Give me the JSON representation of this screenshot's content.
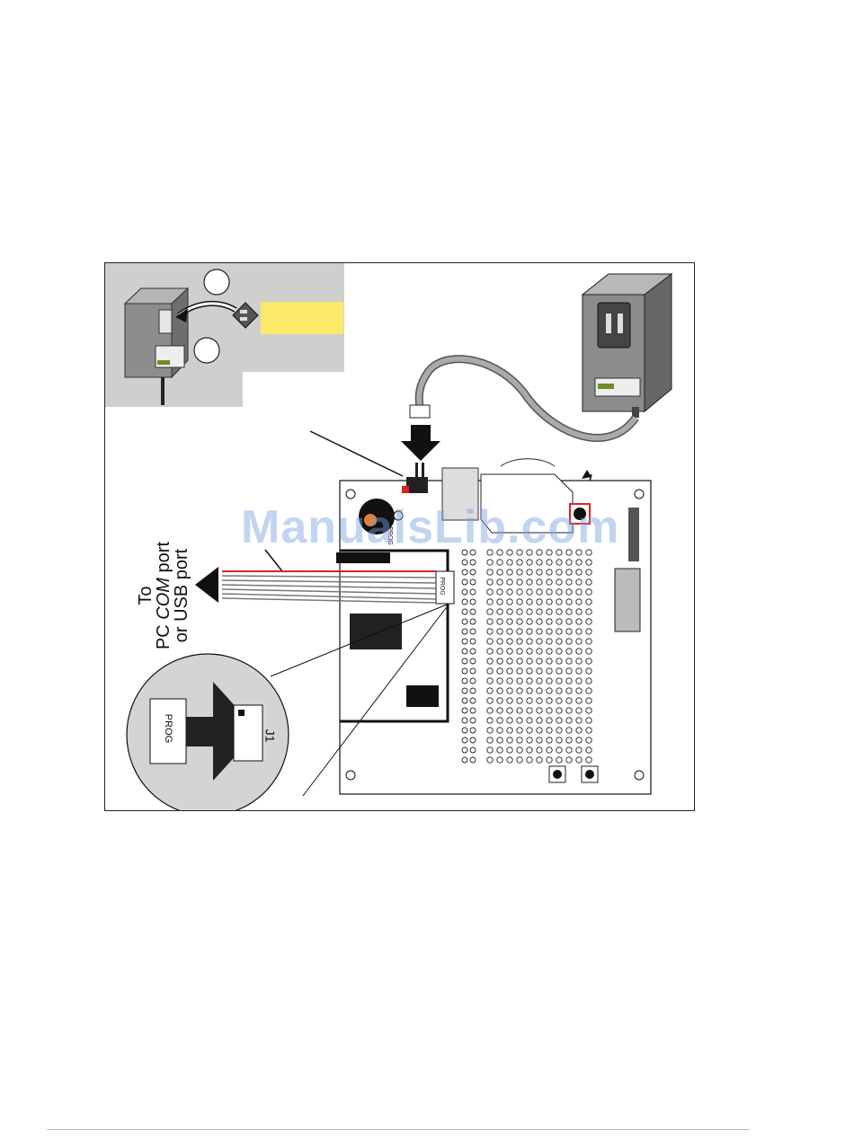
{
  "figure": {
    "pc_label_line1": "To",
    "pc_label_line2_a": "PC ",
    "pc_label_line2_em": "COM",
    "pc_label_line2_b": " port",
    "pc_label_line3": "or USB port",
    "header_label": "PROG",
    "inset_header_label": "PROG",
    "inset_connector_label": "J1",
    "jumper_label": "PROG",
    "colors": {
      "inset_background": "#cfcfcf",
      "highlight": "#fbe96a",
      "adapter": "#8c8c8c",
      "cable": "#999999",
      "ribbon_red": "#d22",
      "board_outline": "#111111",
      "led_red": "#d22"
    }
  },
  "watermark": "ManualsLib.com"
}
